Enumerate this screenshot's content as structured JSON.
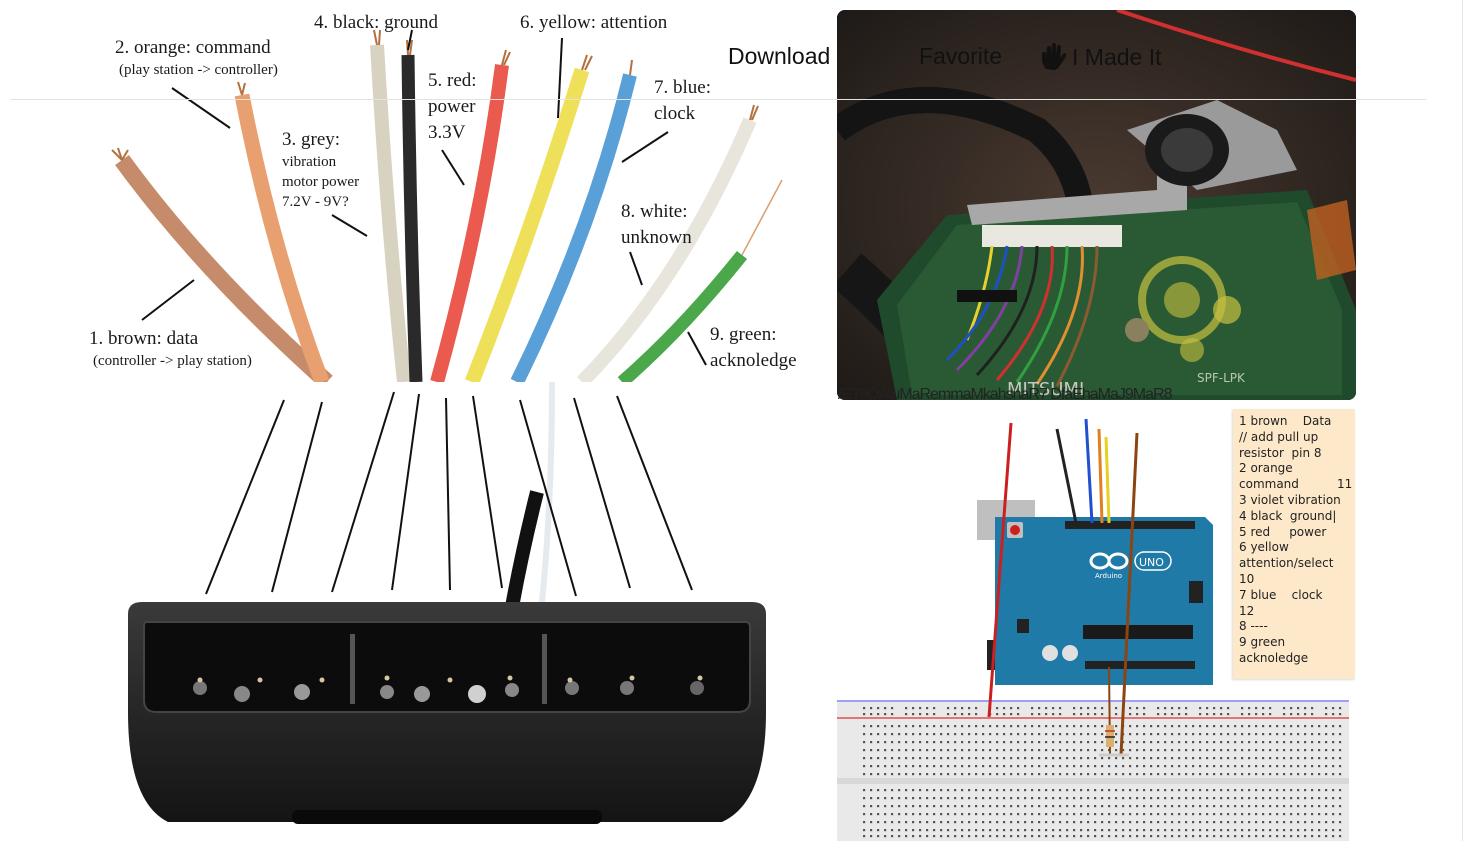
{
  "toolbar": {
    "download_label": "Download",
    "favorite_label": "Favorite",
    "made_it_label": "I Made It"
  },
  "wire_labels": {
    "brown": {
      "title": "1. brown: data",
      "sub": "(controller -> play station)"
    },
    "orange": {
      "title": "2. orange: command",
      "sub": "(play station -> controller)"
    },
    "grey": {
      "line1": "3. grey:",
      "line2": "vibration",
      "line3": "motor power",
      "line4": "7.2V - 9V?"
    },
    "black": {
      "title": "4. black: ground"
    },
    "red": {
      "line1": "5. red:",
      "line2": "power",
      "line3": "3.3V"
    },
    "yellow": {
      "title": "6. yellow: attention"
    },
    "blue": {
      "line1": "7. blue:",
      "line2": "clock"
    },
    "white": {
      "line1": "8. white:",
      "line2": "unknown"
    },
    "green": {
      "line1": "9. green:",
      "line2": "acknoledge"
    }
  },
  "board_photo": {
    "silkscreen": "SPF-LPK",
    "brand": "MITSUMI"
  },
  "garbled_caption": "/ETIIOAtuMaRemmaMkahsnaR7 DfaEhaMaJ9MaR8",
  "arduino": {
    "logo_text": "UNO",
    "brand_text": "Arduino"
  },
  "note": {
    "lines": [
      "1 brown    Data",
      "// add pull up",
      "resistor  pin 8",
      "2 orange",
      "command          11",
      "3 violet vibration",
      "4 black  ground|",
      "5 red     power",
      "6 yellow",
      "attention/select",
      "10",
      "7 blue    clock",
      "12",
      "8 ----",
      "9 green",
      "acknoledge"
    ]
  },
  "colors": {
    "wire_brown": "#c68b6b",
    "wire_orange": "#e9a070",
    "wire_grey": "#d8d2c0",
    "wire_black": "#2a2a2a",
    "wire_red": "#ea5a4e",
    "wire_yellow": "#efe05a",
    "wire_blue": "#5aa0d8",
    "wire_white": "#e8e6dc",
    "wire_green": "#4aa84a",
    "arduino_blue": "#1f7aa8",
    "note_bg": "#fde9c9"
  }
}
